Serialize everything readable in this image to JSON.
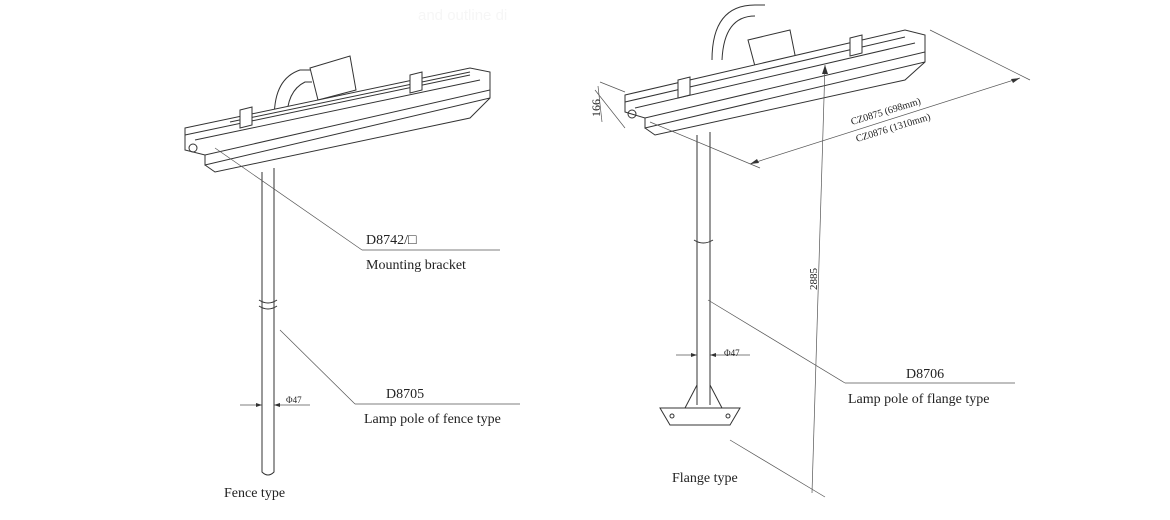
{
  "watermark": "and outline di",
  "left": {
    "bracket_code": "D8742/□",
    "bracket_label": "Mounting bracket",
    "pole_code": "D8705",
    "pole_label": "Lamp pole of fence type",
    "diameter": "Φ47",
    "caption": "Fence type"
  },
  "right": {
    "height_dim": "166",
    "length_dim_1": "CZ0875 (698mm)",
    "length_dim_2": "CZ0876 (1310mm)",
    "total_height": "2885",
    "diameter": "Φ47",
    "pole_code": "D8706",
    "pole_label": "Lamp pole of flange type",
    "caption": "Flange type"
  }
}
